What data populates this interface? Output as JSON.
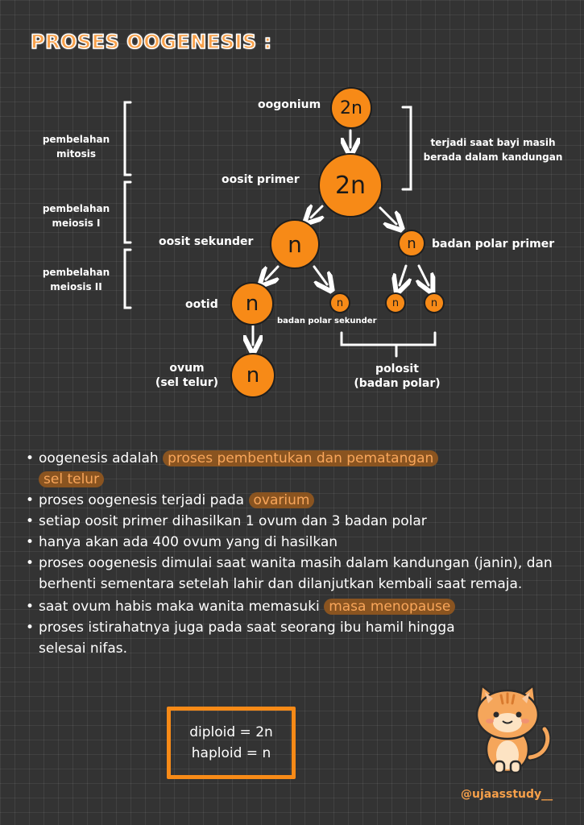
{
  "title": "PROSES OOGENESIS :",
  "diagram": {
    "phases": {
      "mitosis": "pembelahan\nmitosis",
      "meiosis1": "pembelahan\nmeiosis I",
      "meiosis2": "pembelahan\nmeiosis II"
    },
    "note_right": "terjadi saat bayi masih\nberada dalam kandungan",
    "labels": {
      "oogonium": "oogonium",
      "oosit_primer": "oosit primer",
      "oosit_sekunder": "oosit sekunder",
      "badan_polar_primer": "badan polar primer",
      "ootid": "ootid",
      "badan_polar_sekunder": "badan polar sekunder",
      "ovum": "ovum\n(sel telur)",
      "polosit": "polosit\n(badan polar)"
    },
    "cells": {
      "oogonium": "2n",
      "oosit_primer": "2n",
      "oosit_sekunder": "n",
      "badan_polar_primer": "n",
      "ootid": "n",
      "polar_sek_1": "n",
      "polar_sek_2": "n",
      "polar_sek_3": "n",
      "ovum": "n"
    }
  },
  "facts": {
    "f1_pre": "oogenesis adalah ",
    "f1_hl1": "proses pembentukan dan pematangan",
    "f1_hl2": "sel telur",
    "f2_pre": "proses oogenesis terjadi pada ",
    "f2_hl": "ovarium",
    "f3": "setiap oosit primer dihasilkan 1 ovum dan 3 badan polar",
    "f4": "hanya akan ada 400 ovum yang di hasilkan",
    "f5": "proses oogenesis dimulai saat wanita masih dalam kandungan (janin), dan berhenti sementara setelah lahir dan dilanjutkan kembali saat remaja.",
    "f6_pre": "saat ovum habis maka wanita memasuki ",
    "f6_hl": "masa menopause",
    "f7": "proses istirahatnya juga pada saat seorang ibu hamil hingga selesai nifas."
  },
  "legend": {
    "diploid": "diploid = 2n",
    "haploid": "haploid = n"
  },
  "credit": "@ujaasstudy__",
  "colors": {
    "accent": "#f78a17",
    "highlight_bg": "#8a5420",
    "highlight_text": "#f9a65a",
    "background": "#333333"
  }
}
